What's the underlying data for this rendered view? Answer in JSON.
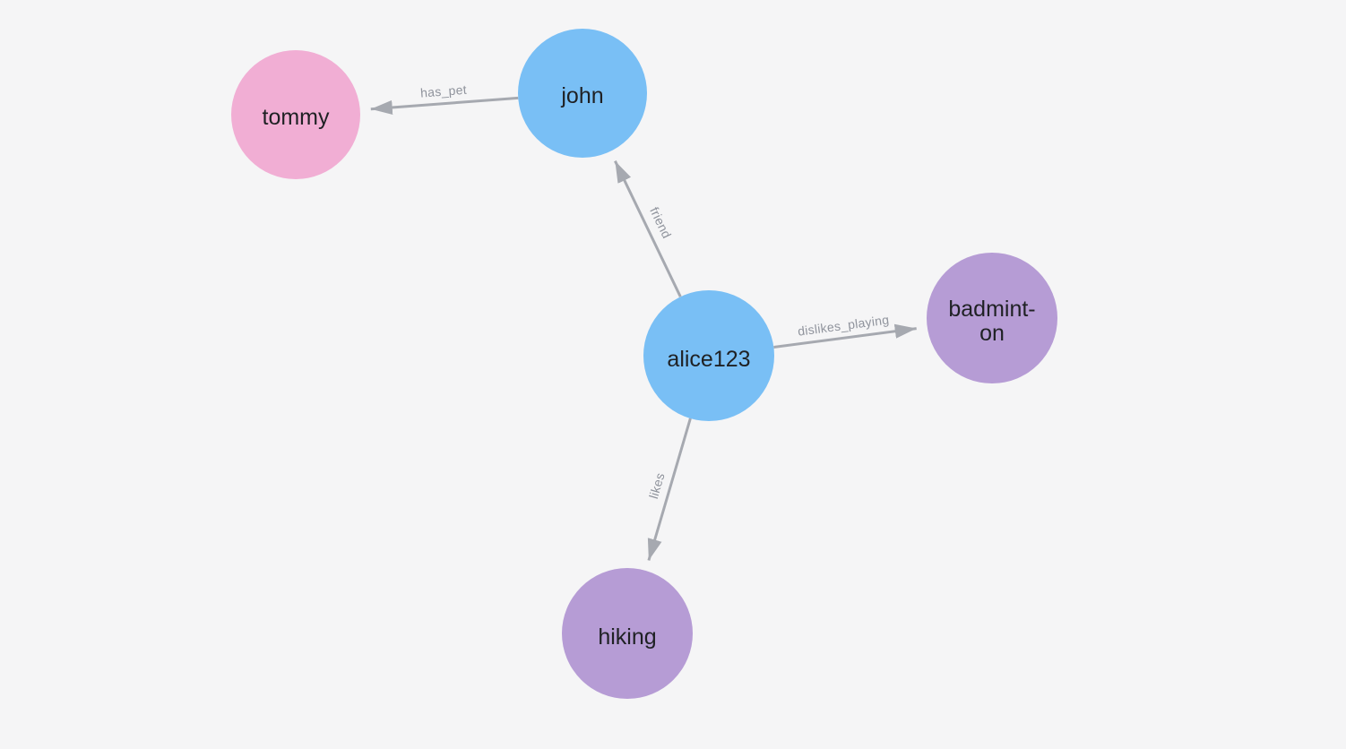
{
  "canvas": {
    "background_color": "#f5f5f6"
  },
  "graph": {
    "node_text_color": "#1f2124",
    "edge_color": "#a6a9b0",
    "edge_label_color": "#8f939c",
    "node_colors": {
      "person": "#79bff5",
      "pet": "#f1aed4",
      "activity": "#b69cd5"
    },
    "nodes": [
      {
        "id": "tommy",
        "label": "tommy",
        "color": "#f1aed4"
      },
      {
        "id": "john",
        "label": "john",
        "color": "#79bff5"
      },
      {
        "id": "alice123",
        "label": "alice123",
        "color": "#79bff5"
      },
      {
        "id": "badminton",
        "label": "badminton",
        "label_line1": "badmint-",
        "label_line2": "on",
        "color": "#b69cd5"
      },
      {
        "id": "hiking",
        "label": "hiking",
        "color": "#b69cd5"
      }
    ],
    "edges": [
      {
        "label": "has_pet",
        "from": "john",
        "to": "tommy"
      },
      {
        "label": "friend",
        "from": "alice123",
        "to": "john"
      },
      {
        "label": "dislikes_playing",
        "from": "alice123",
        "to": "badminton"
      },
      {
        "label": "likes",
        "from": "alice123",
        "to": "hiking"
      }
    ]
  }
}
